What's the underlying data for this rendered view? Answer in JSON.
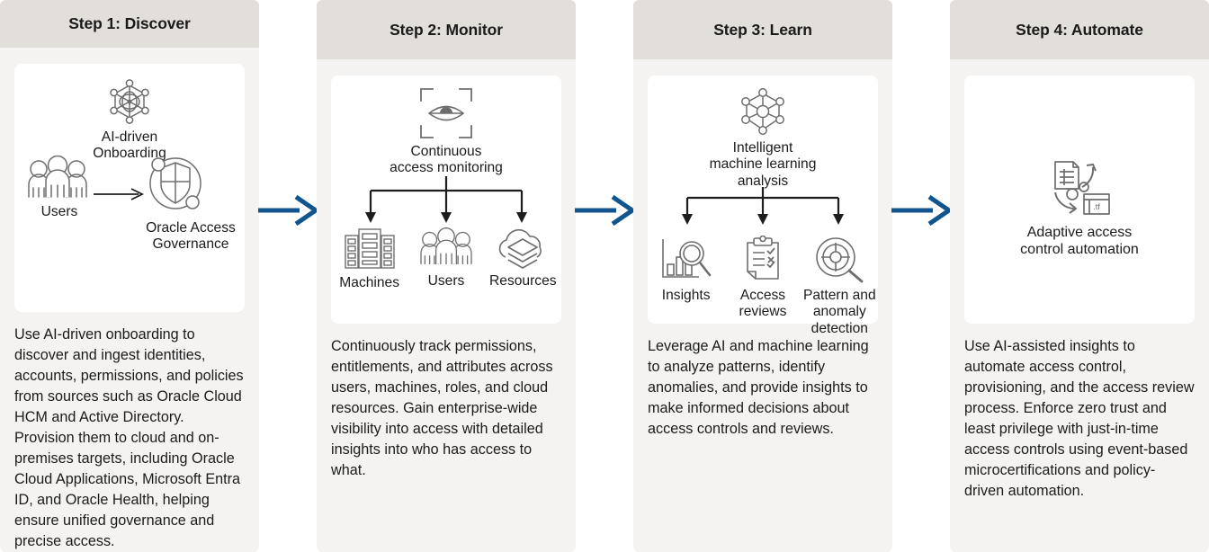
{
  "theme": {
    "page_bg": "#ffffff",
    "column_bg": "#f4f3f1",
    "header_bg": "#e2dfda",
    "card_bg": "#ffffff",
    "text": "#1b1b1b",
    "arrow_blue": "#10558d",
    "icon_gray": "#6e6e6e",
    "line_dark": "#2b2b2b"
  },
  "columns": [
    {
      "header": "Step 1: Discover",
      "icons": [
        {
          "name": "ai-network-icon",
          "label": "AI-driven\nOnboarding"
        },
        {
          "name": "users-group-icon",
          "label": "Users"
        },
        {
          "name": "shield-orbit-icon",
          "label": "Oracle Access\nGovernance"
        }
      ],
      "body": "Use AI-driven onboarding to discover and ingest identities, accounts, permissions, and policies from sources such as Oracle Cloud HCM and Active Directory. Provision them to cloud and on-premises targets, including Oracle Cloud Applications, Microsoft Entra ID, and Oracle Health, helping ensure unified governance and precise access."
    },
    {
      "header": "Step 2: Monitor",
      "icons": [
        {
          "name": "eye-scan-icon",
          "label": "Continuous\naccess monitoring"
        },
        {
          "name": "servers-icon",
          "label": "Machines"
        },
        {
          "name": "users-group-icon",
          "label": "Users"
        },
        {
          "name": "cloud-layers-icon",
          "label": "Resources"
        }
      ],
      "body": "Continuously track permissions, entitlements, and attributes across users, machines, roles, and cloud resources. Gain enterprise-wide visibility into access with detailed insights into who has access to what."
    },
    {
      "header": "Step 3: Learn",
      "icons": [
        {
          "name": "ml-network-icon",
          "label": "Intelligent\nmachine learning\nanalysis"
        },
        {
          "name": "chart-magnifier-icon",
          "label": "Insights"
        },
        {
          "name": "clipboard-check-icon",
          "label": "Access\nreviews"
        },
        {
          "name": "target-magnifier-icon",
          "label": "Pattern and\nanomaly\ndetection"
        }
      ],
      "body": "Leverage AI and machine learning to analyze patterns, identify anomalies, and provide insights to make informed decisions about access controls and reviews."
    },
    {
      "header": "Step 4: Automate",
      "icons": [
        {
          "name": "automation-gears-icon",
          "label": "Adaptive access\ncontrol automation"
        }
      ],
      "body": "Use AI-assisted insights to automate access control, provisioning, and the access review process. Enforce zero trust and least privilege with just-in-time access controls using event-based microcertifications and policy-driven automation."
    }
  ],
  "connectors": [
    {
      "name": "flow-arrow-1to2"
    },
    {
      "name": "flow-arrow-2to3"
    },
    {
      "name": "flow-arrow-3to4"
    }
  ]
}
